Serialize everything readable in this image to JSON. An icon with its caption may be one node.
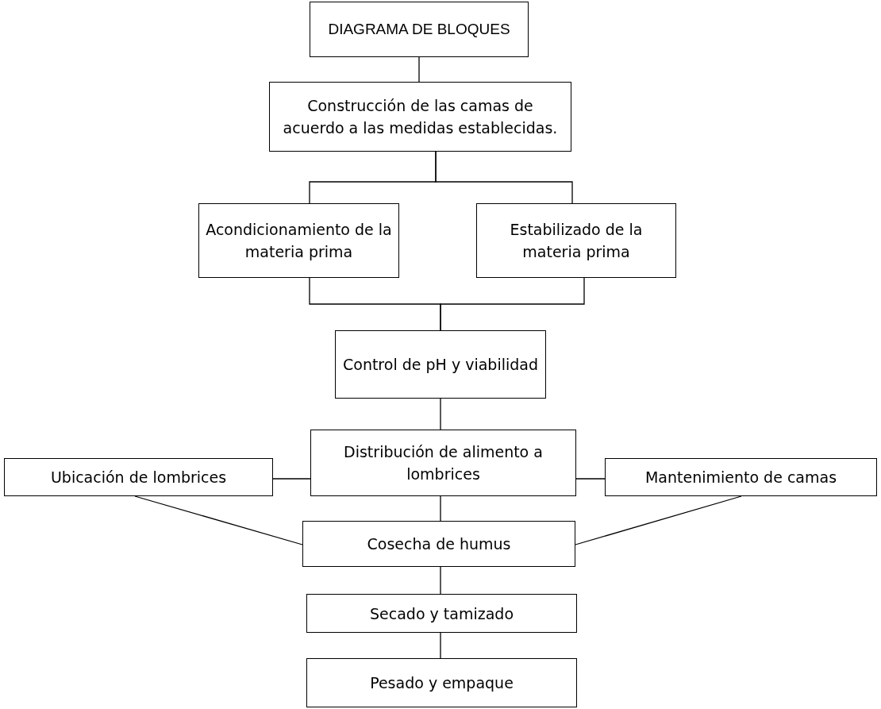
{
  "diagram": {
    "nodes": [
      {
        "text": [
          "DIAGRAMA DE BLOQUES"
        ]
      },
      {
        "text": [
          "Construcción de las camas  de acuerdo a las medidas establecidas."
        ]
      },
      {
        "text": [
          "Acondicionamiento de la materia prima"
        ]
      },
      {
        "text": [
          "Estabilizado de la materia prima"
        ]
      },
      {
        "text": [
          "Control de pH y viabilidad"
        ]
      },
      {
        "text": [
          "Distribución de alimento a lombrices"
        ]
      },
      {
        "text": [
          "Ubicación de lombrices"
        ]
      },
      {
        "text": [
          "Mantenimiento de camas"
        ]
      },
      {
        "text": [
          "Cosecha de humus"
        ]
      },
      {
        "text": [
          "Secado y tamizado"
        ]
      },
      {
        "text": [
          "Pesado y empaque"
        ]
      }
    ],
    "edges": [
      {
        "from": 0,
        "to": 1,
        "arrow": "none"
      },
      {
        "from": 1,
        "to": 2,
        "arrow": "none"
      },
      {
        "from": 1,
        "to": 3,
        "arrow": "none"
      },
      {
        "from": 2,
        "to": 4,
        "arrow": "none"
      },
      {
        "from": 3,
        "to": 4,
        "arrow": "none"
      },
      {
        "from": 4,
        "to": 5,
        "arrow": "none"
      },
      {
        "from": 6,
        "to": 5,
        "arrow": "none"
      },
      {
        "from": 7,
        "to": 5,
        "arrow": "none"
      },
      {
        "from": 5,
        "to": 8,
        "arrow": "none"
      },
      {
        "from": 6,
        "to": 8,
        "arrow": "none"
      },
      {
        "from": 7,
        "to": 8,
        "arrow": "none"
      },
      {
        "from": 8,
        "to": 9,
        "arrow": "none"
      },
      {
        "from": 9,
        "to": 10,
        "arrow": "none"
      }
    ]
  }
}
